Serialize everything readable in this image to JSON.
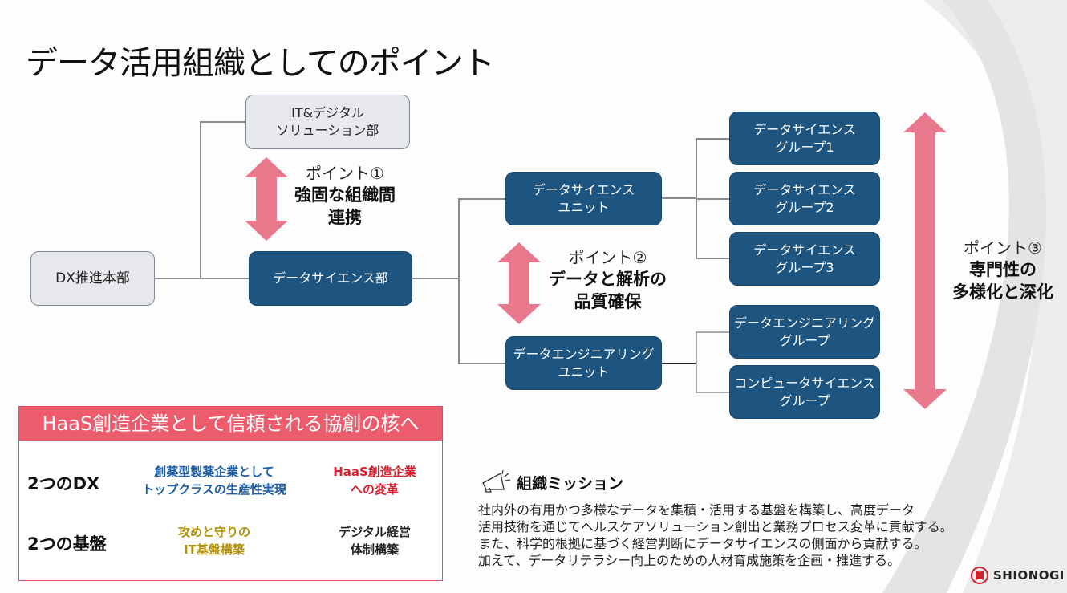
{
  "slide": {
    "title": "データ活用組織としてのポイント"
  },
  "colors": {
    "dark_blue_box": "#1d5580",
    "gray_box": "#e7e9ec",
    "pink_arrow": "#e8798d",
    "haas_header": "#ec5c6d",
    "dx_blue_text": "#1e5fa8",
    "dx_red_text": "#d9202f",
    "infra_gold_text": "#b3920e"
  },
  "org": {
    "dx_hq": "DX推進本部",
    "it_digital": "IT&デジタル\nソリューション部",
    "data_science_dept": "データサイエンス部",
    "ds_unit": "データサイエンス\nユニット",
    "de_unit": "データエンジニアリング\nユニット",
    "ds_group1": "データサイエンス\nグループ1",
    "ds_group2": "データサイエンス\nグループ2",
    "ds_group3": "データサイエンス\nグループ3",
    "de_group": "データエンジニアリング\nグループ",
    "cs_group": "コンピュータサイエンス\nグループ"
  },
  "points": [
    {
      "label": "ポイント①",
      "title": "強固な組織間\n連携"
    },
    {
      "label": "ポイント②",
      "title": "データと解析の\n品質確保"
    },
    {
      "label": "ポイント③",
      "title": "専門性の\n多様化と深化"
    }
  ],
  "haas": {
    "header": "HaaS創造企業として信頼される協創の核へ",
    "rows": [
      {
        "label": "2つのDX",
        "cells": [
          "創薬型製薬企業として\nトップクラスの生産性実現",
          "HaaS創造企業\nへの変革"
        ]
      },
      {
        "label": "2つの基盤",
        "cells": [
          "攻めと守りの\nIT基盤構築",
          "デジタル経営\n体制構築"
        ]
      }
    ]
  },
  "mission": {
    "icon": "megaphone-icon",
    "title": "組織ミッション",
    "text": "社内外の有用かつ多様なデータを集積・活用する基盤を構築し、高度データ\n活用技術を通じてヘルスケアソリューション創出と業務プロセス変革に貢献する。\nまた、科学的根拠に基づく経営判断にデータサイエンスの側面から貢献する。\n加えて、データリテラシー向上のための人材育成施策を企画・推進する。"
  },
  "logo": {
    "text": "SHIONOGI"
  }
}
